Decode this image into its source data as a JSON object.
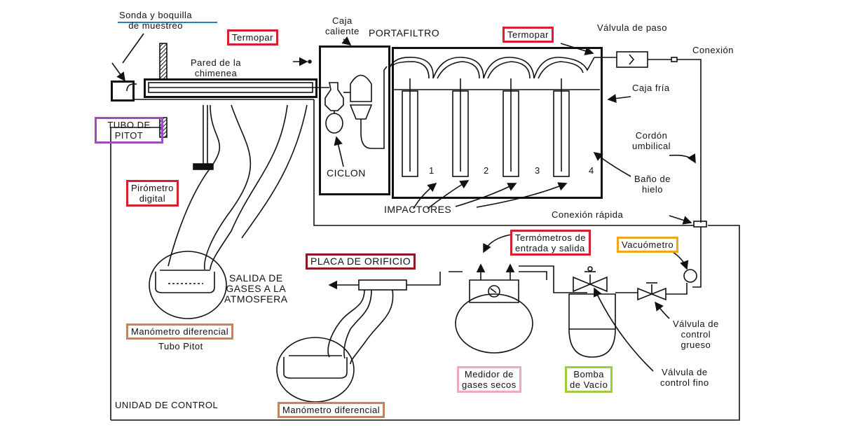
{
  "labels": {
    "sonda": [
      "Sonda y boquilla",
      "de muestreo"
    ],
    "pared": [
      "Pared de la",
      "chimenea"
    ],
    "termopar_left": "Termopar",
    "caja_caliente": [
      "Caja",
      "caliente"
    ],
    "portafiltro": "PORTAFILTRO",
    "termopar_right": "Termopar",
    "valvula_paso": "Válvula de paso",
    "conexion": "Conexión",
    "caja_fria": "Caja fría",
    "cordon": [
      "Cordón",
      "umbilical"
    ],
    "bano": [
      "Baño de",
      "hielo"
    ],
    "tubo_pitot": [
      "TUBO DE",
      "PITOT"
    ],
    "ciclon": "CICLON",
    "impactor_numbers": [
      "1",
      "2",
      "3",
      "4"
    ],
    "impactores": "IMPACTORES",
    "conexion_rapida": "Conexión rápida",
    "pirometro": [
      "Pirómetro",
      "digital"
    ],
    "termometros": [
      "Termómetros de",
      "entrada y salida"
    ],
    "vacuometro": "Vacuómetro",
    "placa_orificio": "PLACA DE ORIFICIO",
    "salida_gases": [
      "SALIDA DE",
      "GASES A LA",
      "ATMOSFERA"
    ],
    "manometro_pitot": [
      "Manómetro diferencial",
      "Tubo Pitot"
    ],
    "valvula_grueso": [
      "Válvula de",
      "control",
      "grueso"
    ],
    "valvula_fino": [
      "Válvula de",
      "control fino"
    ],
    "medidor": [
      "Medidor de",
      "gases secos"
    ],
    "bomba": [
      "Bomba",
      "de Vacío"
    ],
    "unidad_control": "UNIDAD DE CONTROL",
    "manometro_diferencial": "Manómetro diferencial"
  },
  "colors": {
    "red": "#d42030",
    "blue": "#3a3ab8",
    "green": "#2ea04a",
    "yellow": "#e8d11c",
    "cyan": "#2a8ed0",
    "purple": "#9b4cbd",
    "brown": "#b9876a",
    "maroon": "#8c1a1e",
    "pink": "#f0a8c6",
    "lime": "#9acf3a",
    "orange": "#f0a81a"
  }
}
